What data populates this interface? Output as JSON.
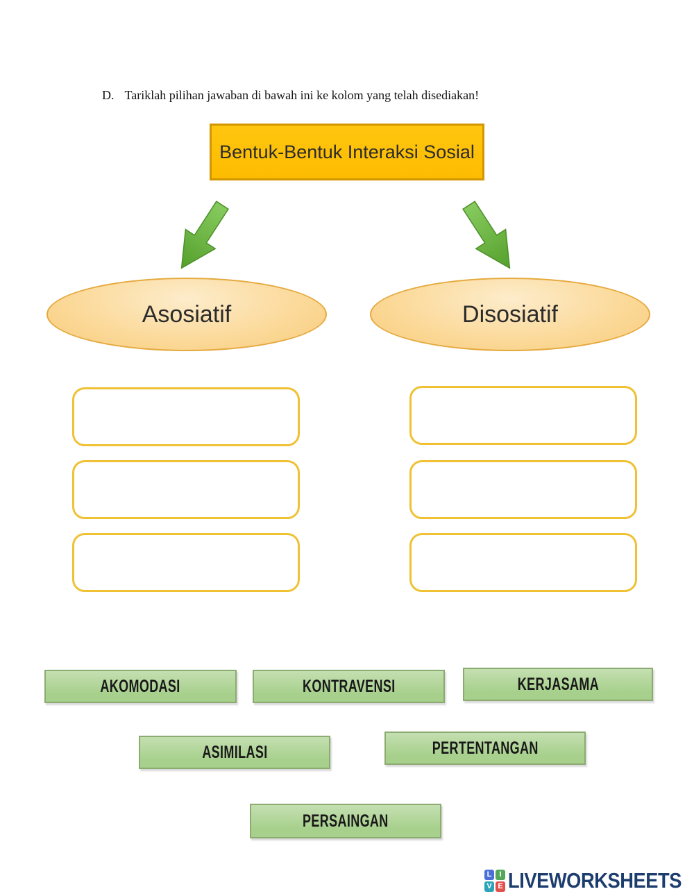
{
  "instruction": {
    "number": "D.",
    "text": "Tariklah pilihan jawaban di bawah ini ke kolom yang telah disediakan!"
  },
  "diagram": {
    "title": "Bentuk-Bentuk Interaksi Sosial",
    "left_category": "Asosiatif",
    "right_category": "Disosiatif",
    "slots_per_category": 3
  },
  "options": [
    "AKOMODASI",
    "KONTRAVENSI",
    "KERJASAMA",
    "ASIMILASI",
    "PERTENTANGAN",
    "PERSAINGAN"
  ],
  "logo": {
    "brand": "LIVEWORKSHEETS",
    "tiles": [
      {
        "letter": "L",
        "color": "#4a6fd8"
      },
      {
        "letter": "I",
        "color": "#53a758"
      },
      {
        "letter": "V",
        "color": "#2ba3b8"
      },
      {
        "letter": "E",
        "color": "#e2504b"
      }
    ]
  },
  "colors": {
    "title_fill": "#ffc000",
    "title_border": "#d29600",
    "ellipse_fill": "#fbd896",
    "ellipse_border": "#e5a93e",
    "slot_border": "#efc133",
    "option_fill": "#a7d08c",
    "option_border": "#8cab71",
    "arrow_green_light": "#87cb5e",
    "arrow_green_dark": "#55a02d",
    "logo_navy": "#1c3d6e"
  }
}
